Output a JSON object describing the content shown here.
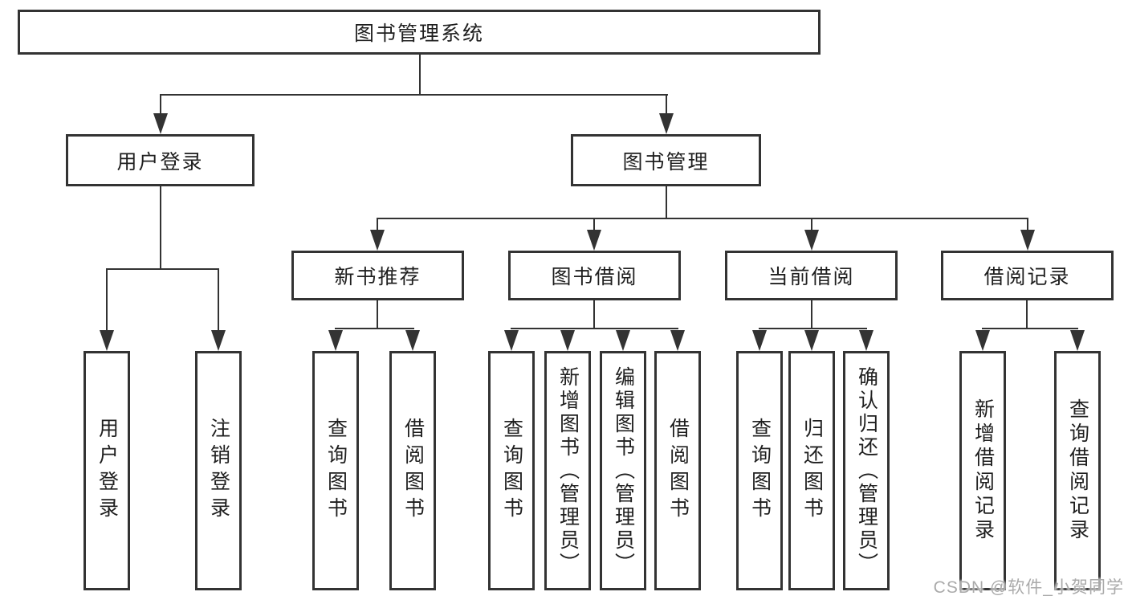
{
  "diagram": {
    "root": "图书管理系统",
    "branches": [
      {
        "label": "用户登录",
        "children": [
          "用户登录",
          "注销登录"
        ]
      },
      {
        "label": "图书管理",
        "sections": [
          {
            "label": "新书推荐",
            "children": [
              "查询图书",
              "借阅图书"
            ]
          },
          {
            "label": "图书借阅",
            "children": [
              "查询图书",
              "新增图书（管理员）",
              "编辑图书（管理员）",
              "借阅图书"
            ]
          },
          {
            "label": "当前借阅",
            "children": [
              "查询图书",
              "归还图书",
              "确认归还（管理员）"
            ]
          },
          {
            "label": "借阅记录",
            "children": [
              "新增借阅记录",
              "查询借阅记录"
            ]
          }
        ]
      }
    ],
    "watermark": "CSDN @软件_小贺同学",
    "colors": {
      "line": "#333333",
      "box_border": "#333333",
      "text": "#1f1f1f",
      "background": "#ffffff",
      "watermark": "#aaaaaa"
    }
  }
}
